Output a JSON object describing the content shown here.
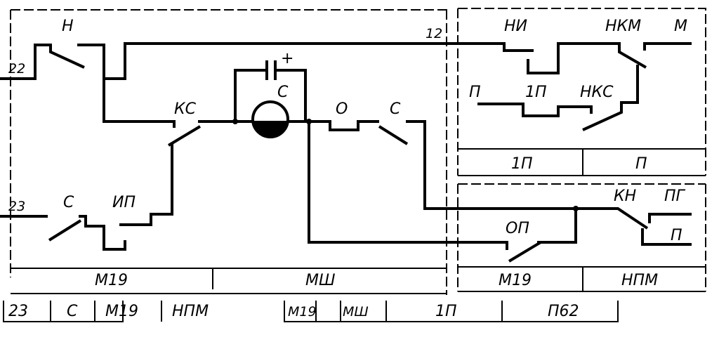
{
  "wires": {
    "w22": "22",
    "w12": "12",
    "w23": "23"
  },
  "contacts": {
    "n": "Н",
    "ks": "КС",
    "motor": "С",
    "plus": "+",
    "o": "О",
    "c_right": "С",
    "c_left": "С",
    "ip": "ИП",
    "ni": "НИ",
    "nkm": "НКМ",
    "m": "М",
    "p": "П",
    "p1": "1П",
    "nks": "НКС",
    "kn": "КН",
    "pg": "ПГ",
    "p_low": "П",
    "op": "ОП"
  },
  "blocks": {
    "left": [
      "М19",
      "МШ"
    ],
    "right_upper": [
      "1П",
      "П"
    ],
    "right_lower": [
      "М19",
      "НПМ"
    ]
  },
  "bottom_row": {
    "group1": [
      "23",
      "С",
      "М19",
      "НПМ"
    ],
    "group2": [
      "М19",
      "МШ",
      "1П",
      "П62"
    ]
  }
}
